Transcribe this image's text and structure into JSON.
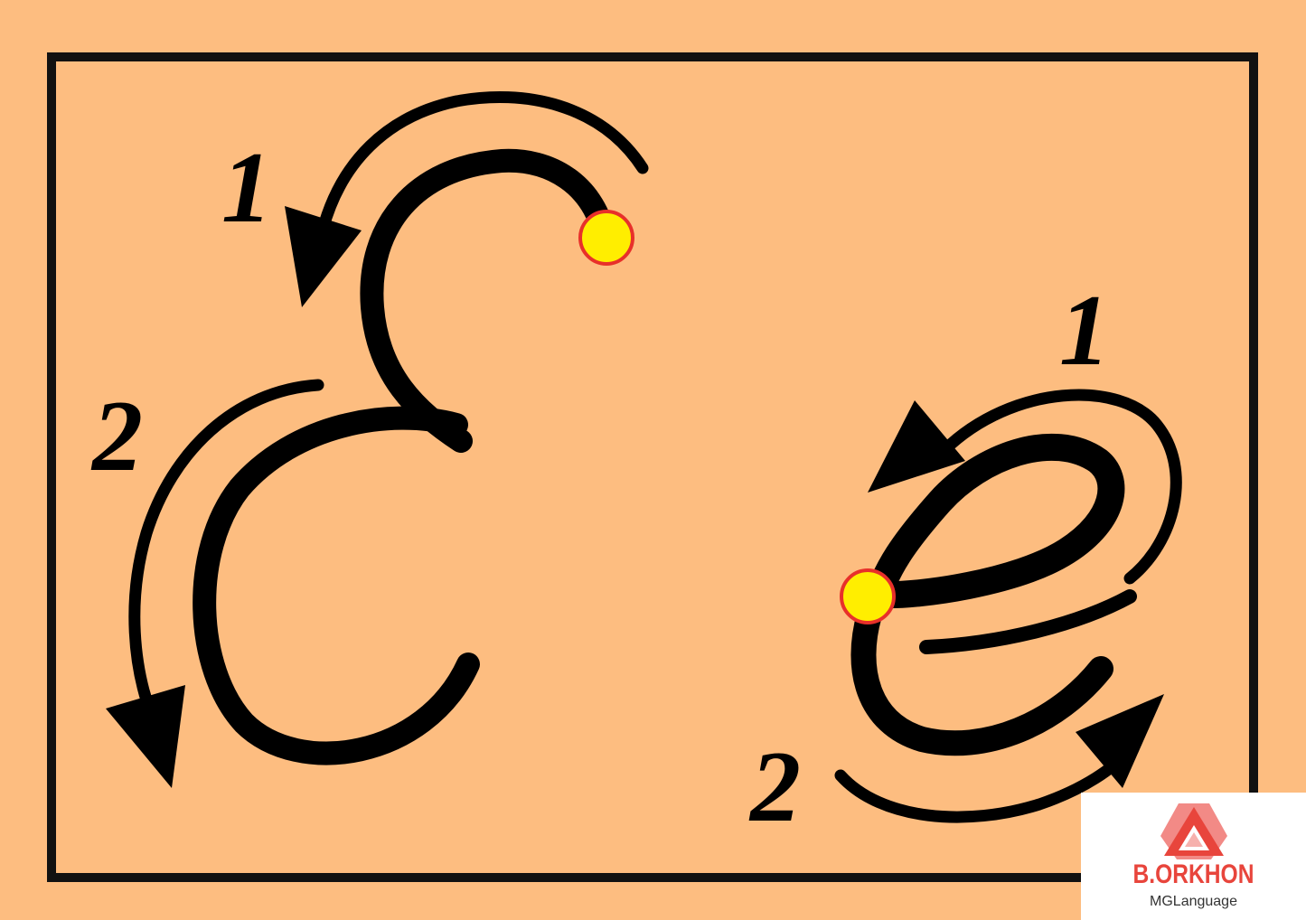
{
  "diagram": {
    "background_color": "#fdbd80",
    "stroke_color": "#000000",
    "start_dot_color": "#ffee00",
    "start_dot_outline": "#e8302a",
    "left_letter": {
      "stroke_1_label": "1",
      "stroke_2_label": "2"
    },
    "right_letter": {
      "stroke_1_label": "1",
      "stroke_2_label": "2"
    }
  },
  "logo": {
    "brand": "B.ORKHON",
    "subtitle": "MGLanguage",
    "accent_color": "#e8453c"
  }
}
